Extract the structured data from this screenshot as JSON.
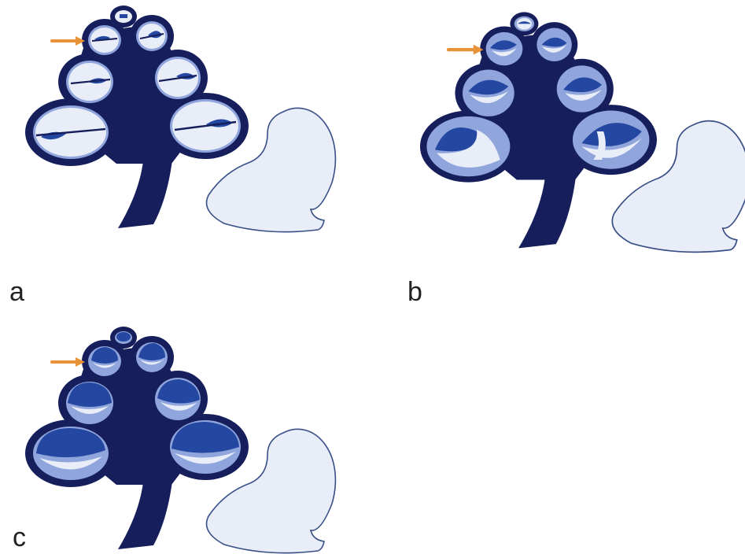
{
  "panels": [
    {
      "label": "a",
      "variant": "a"
    },
    {
      "label": "b",
      "variant": "b"
    },
    {
      "label": "c",
      "variant": "c"
    }
  ],
  "colors": {
    "dark": "#161e5b",
    "medium": "#2447a1",
    "light": "#8fa5dc",
    "pale": "#e8edf8",
    "arrow": "#e8923a",
    "outline": "#3a4f86"
  },
  "icons": [
    "orange-arrow-icon"
  ]
}
